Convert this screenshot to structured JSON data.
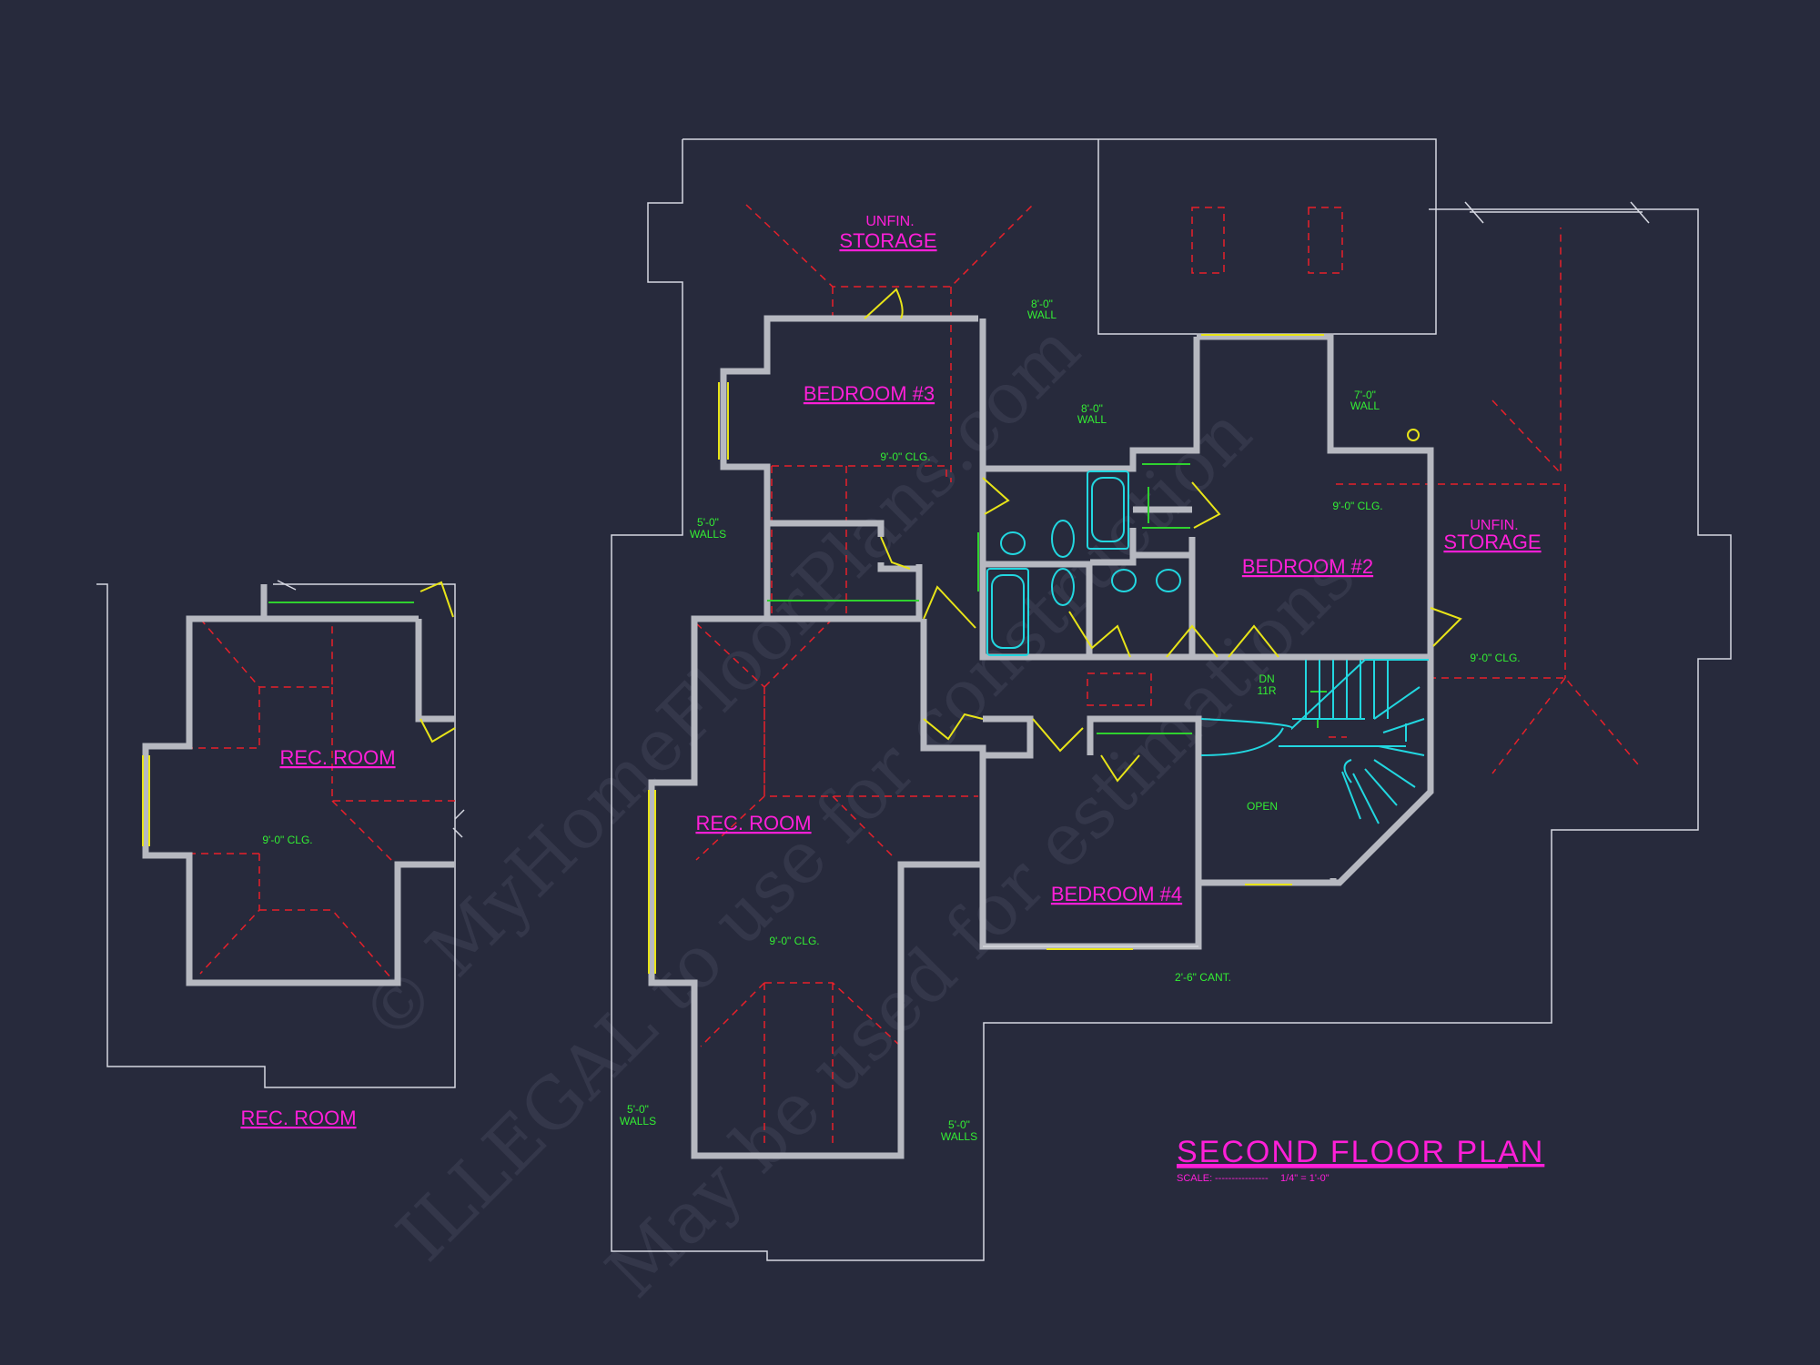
{
  "labels": {
    "unfin_storage_top_small": "UNFIN.",
    "unfin_storage_top": "STORAGE",
    "bedroom_3": "BEDROOM #3",
    "bedroom_2": "BEDROOM #2",
    "bedroom_4": "BEDROOM #4",
    "unfin_storage_right_small": "UNFIN.",
    "unfin_storage_right": "STORAGE",
    "rec_room_main": "REC. ROOM",
    "rec_room_left": "REC. ROOM",
    "rec_room_caption": "REC. ROOM",
    "open": "OPEN",
    "dn_top": "DN",
    "dn_bottom": "11R"
  },
  "notes": {
    "wall_8_0_a": "8'-0\"",
    "wall_8_0_a2": "WALL",
    "wall_8_0_b": "8'-0\"",
    "wall_8_0_b2": "WALL",
    "wall_7_0": "7'-0\"",
    "wall_7_0b": "WALL",
    "clg_bed3": "9'-0\" CLG.",
    "clg_bed2": "9'-0\" CLG.",
    "clg_right": "9'-0\" CLG.",
    "clg_rec_main": "9'-0\" CLG.",
    "clg_rec_left": "9'-0\" CLG.",
    "walls_5_0_a": "5'-0\"",
    "walls_5_0_a2": "WALLS",
    "walls_5_0_b": "5'-0\"",
    "walls_5_0_b2": "WALLS",
    "walls_5_0_c": "5'-0\"",
    "walls_5_0_c2": "WALLS",
    "cant": "2'-6\" CANT."
  },
  "title": {
    "main": "SECOND FLOOR PLAN",
    "scale_label": "SCALE:",
    "scale_dashes": "----------------",
    "scale_value": "1/4\" = 1'-0\""
  },
  "watermark": {
    "line1": "© MyHomeFloorPlans.com",
    "line2": "ILLEGAL to use for construction",
    "line3": "May be used for estimations"
  },
  "colors": {
    "background": "#272a3c",
    "room_labels": "#ff1fd8",
    "notes": "#33ee33",
    "walls": "#b6b8c0",
    "ridge_lines": "#e8202a",
    "doors": "#e8e418",
    "fixtures": "#22d7e0"
  }
}
